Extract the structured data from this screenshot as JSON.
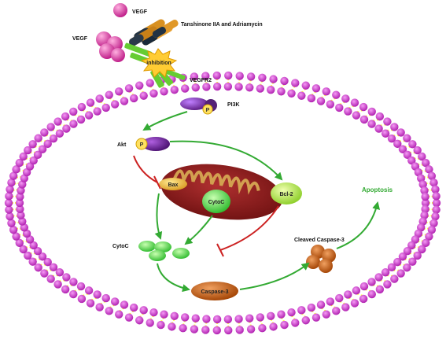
{
  "labels": {
    "vegf_top": "VEGF",
    "drugs": "Tanshinone IIA and Adriamycin",
    "vegf_left": "VEGF",
    "inhibition": "inhibition",
    "vegfr2": "VEGFR2",
    "pi3k": "PI3K",
    "akt": "Akt",
    "phospho_pi3k": "P",
    "phospho_akt": "P",
    "bax": "Bax",
    "cytoc_mito": "CytoC",
    "bcl2": "Bcl-2",
    "cytoc_release": "CytoC",
    "caspase3": "Caspase-3",
    "cleaved_caspase3": "Cleaved Caspase-3",
    "apoptosis": "Apoptosis"
  },
  "colors": {
    "lipid_head": "#cc33cc",
    "lipid_tail": "#ffff33",
    "arrow_activate": "#33aa33",
    "arrow_inhibit": "#cc2222",
    "mitochondria": "#8b1a1a",
    "cristae": "#d2a050",
    "receptor": "#66cc33",
    "vegf": "#e040a0",
    "cytoc": "#44cc44",
    "caspase": "#cc5500",
    "starburst": "#ffcc33",
    "apoptosis_text": "#33aa33"
  }
}
